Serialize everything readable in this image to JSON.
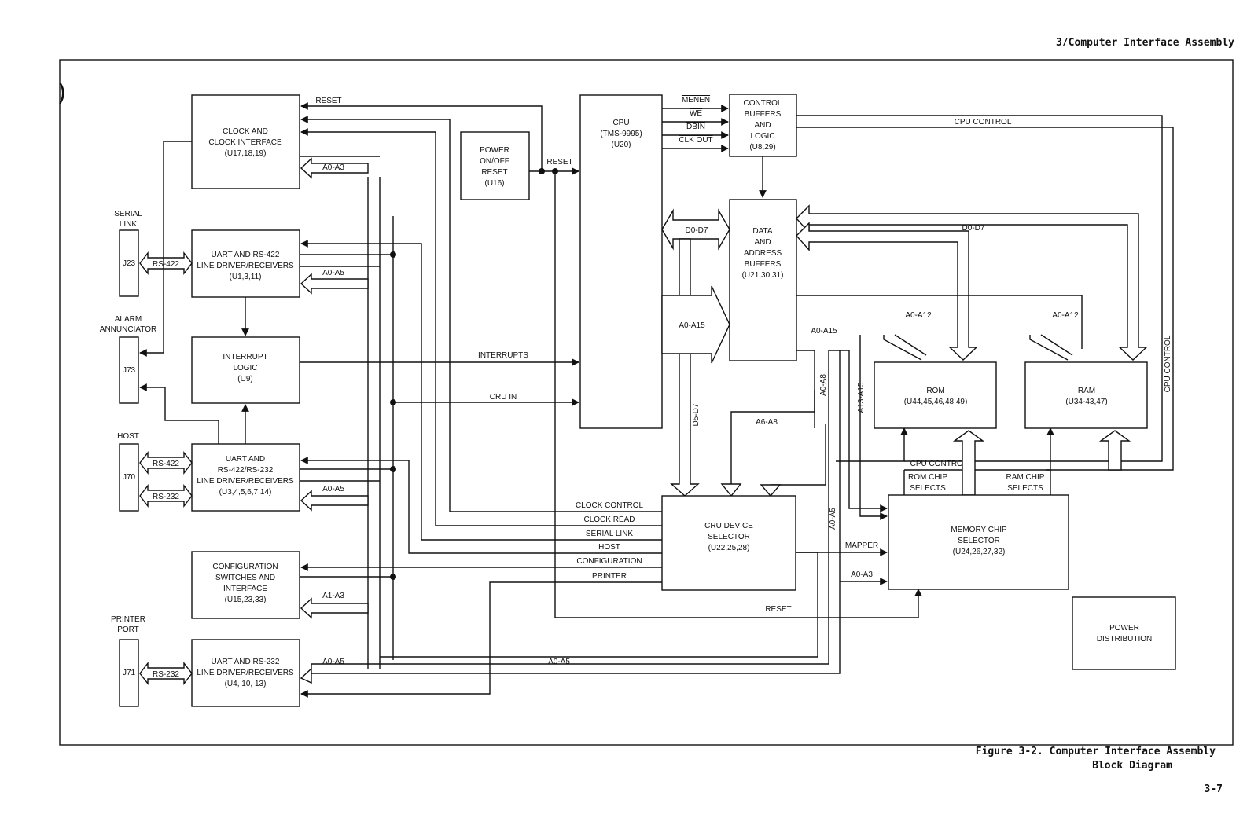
{
  "header": {
    "section_title": "3/Computer Interface Assembly"
  },
  "blocks": {
    "clock": [
      "CLOCK AND",
      "CLOCK INTERFACE",
      "(U17,18,19)"
    ],
    "uart1": [
      "UART AND RS-422",
      "LINE DRIVER/RECEIVERS",
      "(U1,3,11)"
    ],
    "interrupt": [
      "INTERRUPT",
      "LOGIC",
      "(U9)"
    ],
    "uart2": [
      "UART AND",
      "RS-422/RS-232",
      "LINE DRIVER/RECEIVERS",
      "(U3,4,5,6,7,14)"
    ],
    "config": [
      "CONFIGURATION",
      "SWITCHES AND",
      "INTERFACE",
      "(U15,23,33)"
    ],
    "uart3": [
      "UART AND RS-232",
      "LINE DRIVER/RECEIVERS",
      "(U4, 10, 13)"
    ],
    "power_reset": [
      "POWER",
      "ON/OFF",
      "RESET",
      "(U16)"
    ],
    "cpu": [
      "CPU",
      "(TMS-9995)",
      "(U20)"
    ],
    "control_buffers": [
      "CONTROL",
      "BUFFERS",
      "AND",
      "LOGIC",
      "(U8,29)"
    ],
    "data_buffers": [
      "DATA",
      "AND",
      "ADDRESS",
      "BUFFERS",
      "(U21,30,31)"
    ],
    "rom": [
      "ROM",
      "(U44,45,46,48,49)"
    ],
    "ram": [
      "RAM",
      "(U34-43,47)"
    ],
    "cru": [
      "CRU DEVICE",
      "SELECTOR",
      "(U22,25,28)"
    ],
    "mem_selector": [
      "MEMORY CHIP",
      "SELECTOR",
      "(U24,26,27,32)"
    ],
    "power_dist": [
      "POWER",
      "DISTRIBUTION"
    ]
  },
  "connectors": {
    "j23": "J23",
    "j73": "J73",
    "j70": "J70",
    "j71": "J71"
  },
  "port_labels": {
    "serial_link": [
      "SERIAL",
      "LINK"
    ],
    "alarm": [
      "ALARM",
      "ANNUNCIATOR"
    ],
    "host": "HOST",
    "printer_port": [
      "PRINTER",
      "PORT"
    ]
  },
  "signals": {
    "reset": "RESET",
    "a0_a3": "A0-A3",
    "a0_a5": "A0-A5",
    "a1_a3": "A1-A3",
    "rs422": "RS-422",
    "rs232": "RS-232",
    "interrupts": "INTERRUPTS",
    "cru_in": "CRU IN",
    "menen": "MENEN",
    "we": "WE",
    "dbin": "DBIN",
    "clk_out": "CLK OUT",
    "cpu_control": "CPU CONTROL",
    "d0_d7": "D0-D7",
    "a0_a15": "A0-A15",
    "a0_a12": "A0-A12",
    "d5_d7": "D5-D7",
    "a0_a8": "A0-A8",
    "a13_a15": "A13-A15",
    "a6_a8": "A6-A8",
    "clock_control": "CLOCK CONTROL",
    "clock_read": "CLOCK READ",
    "serial_link": "SERIAL LINK",
    "host": "HOST",
    "configuration": "CONFIGURATION",
    "printer": "PRINTER",
    "rom_chip_selects": [
      "ROM CHIP",
      "SELECTS"
    ],
    "ram_chip_selects": [
      "RAM CHIP",
      "SELECTS"
    ],
    "mapper": "MAPPER"
  },
  "footer": {
    "caption": [
      "Figure 3-2. Computer Interface Assembly",
      "Block Diagram"
    ],
    "page_number": "3-7"
  }
}
